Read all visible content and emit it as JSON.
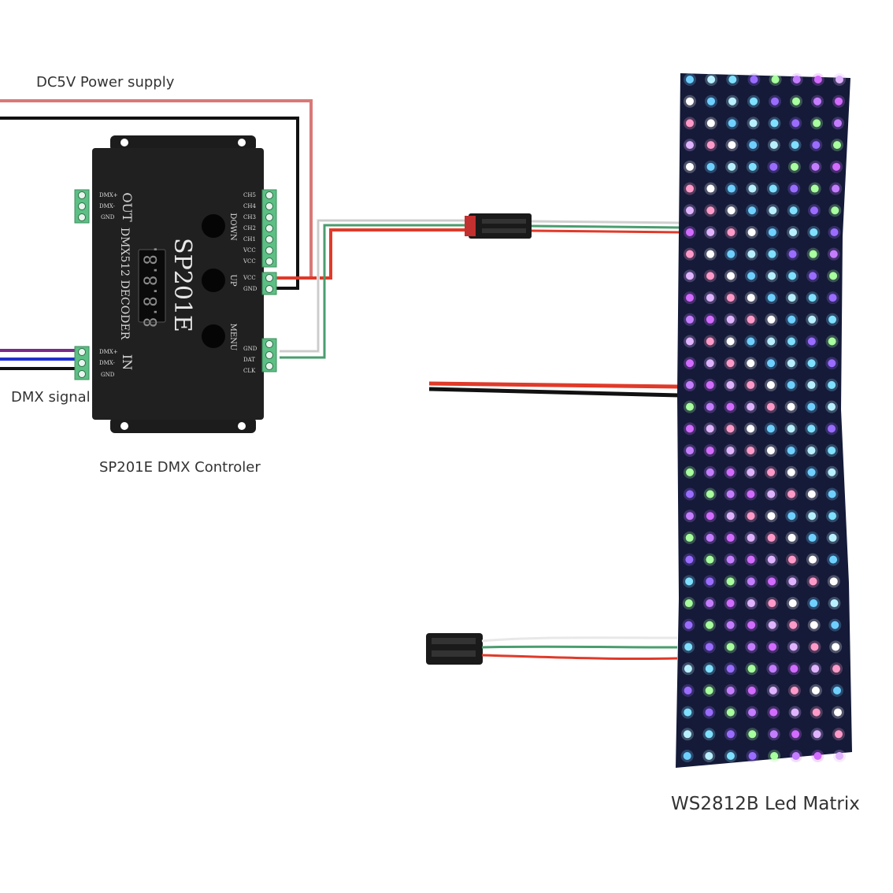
{
  "captions": {
    "power_supply": "DC5V Power supply",
    "dmx_signal": "DMX signal",
    "controller": "SP201E DMX Controler",
    "matrix": "WS2812B Led Matrix"
  },
  "controller": {
    "brand": "SP201E",
    "subtitle": "DMX512 DECODER",
    "display": "8.8.8.8.",
    "out_label": "OUT",
    "in_label": "IN",
    "out_terminals": [
      "DMX+",
      "DMX-",
      "GND"
    ],
    "in_terminals": [
      "DMX+",
      "DMX-",
      "GND"
    ],
    "channel_terminals": [
      "CH5",
      "CH4",
      "CH3",
      "CH2",
      "CH1",
      "VCC",
      "VCC"
    ],
    "power_terminals": [
      "VCC",
      "GND"
    ],
    "data_terminals": [
      "GND",
      "DAT",
      "CLK"
    ],
    "buttons": [
      "DOWN",
      "UP",
      "MENU"
    ]
  },
  "colors": {
    "power_red": "#d97878",
    "wire_black": "#111111",
    "dmx_purple": "#7a2a8a",
    "dmx_blue": "#1f2fd0",
    "terminal_green": "#5cbf84",
    "matrix_bg": "#141a38"
  },
  "matrix": {
    "rows": 32,
    "cols": 8
  }
}
